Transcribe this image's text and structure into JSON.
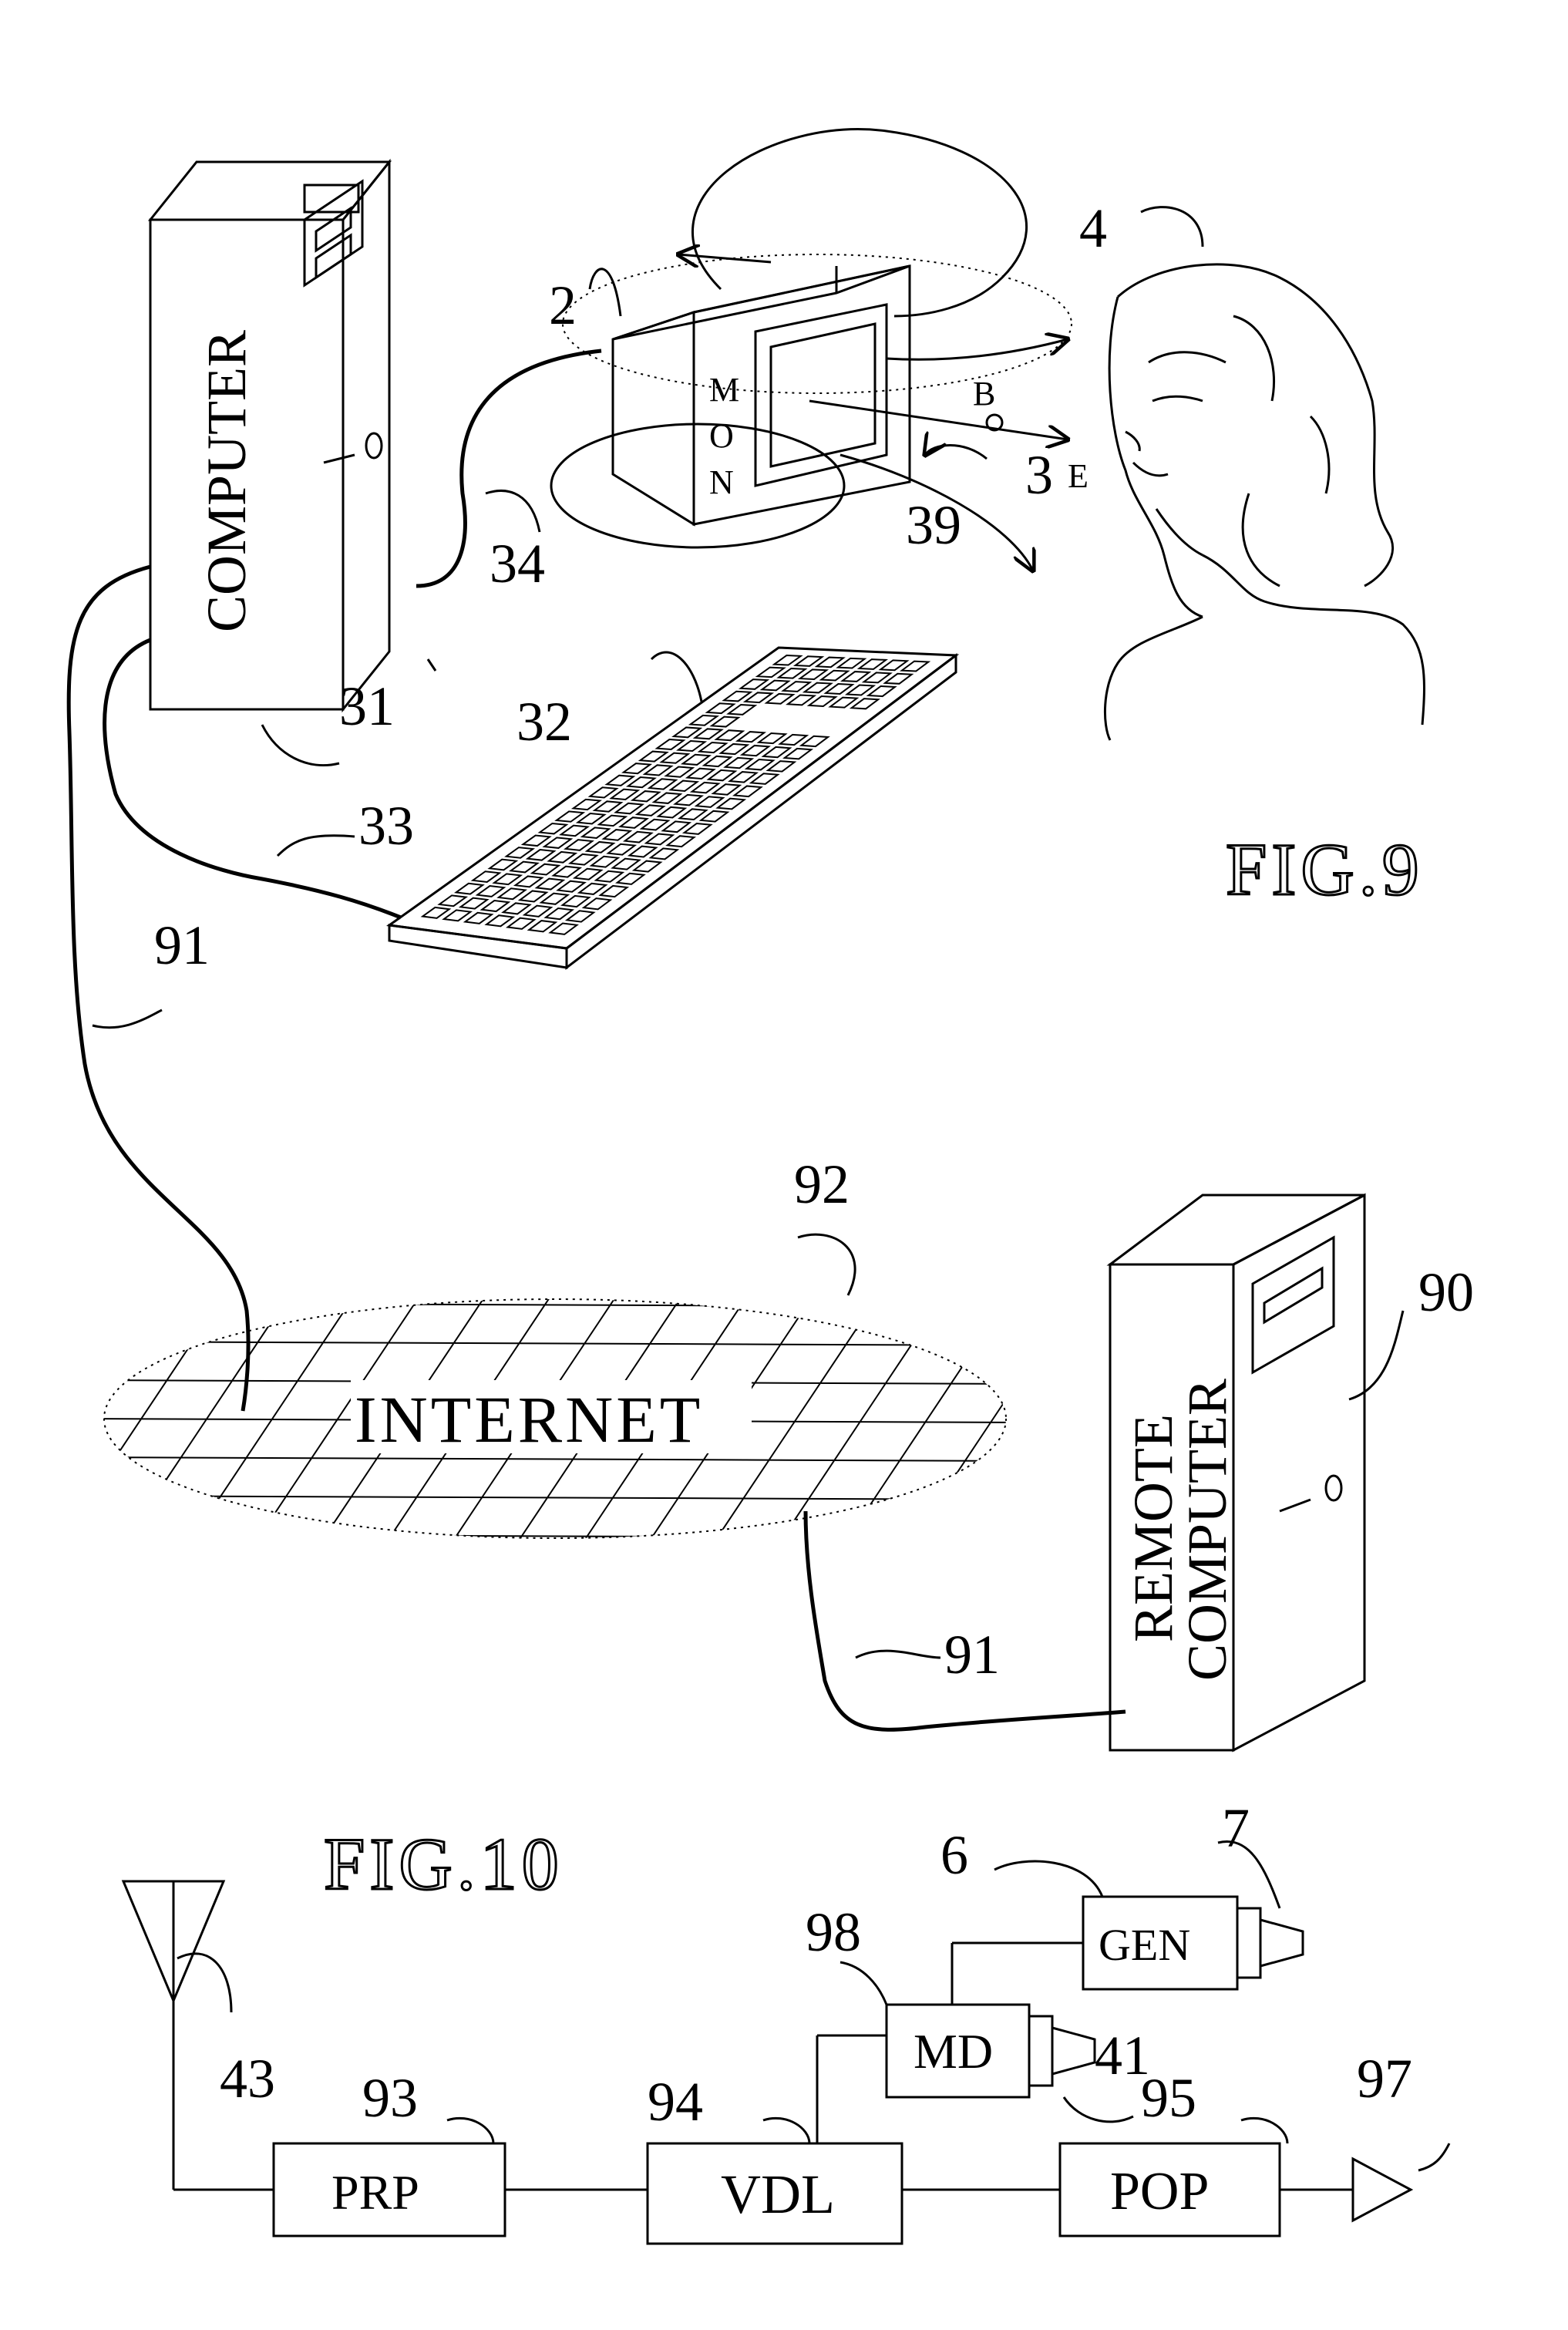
{
  "figures": {
    "fig9": "FIG.9",
    "fig10": "FIG.10"
  },
  "labels": {
    "computer": "COMPUTER",
    "monitor_m": "M",
    "monitor_o": "O",
    "monitor_n": "N",
    "internet": "INTERNET",
    "remote_line1": "REMOTE",
    "remote_line2": "COMPUTER",
    "point_b": "B",
    "point_e": "E"
  },
  "blocks": {
    "prp": "PRP",
    "vdl": "VDL",
    "pop": "POP",
    "md": "MD",
    "gen": "GEN"
  },
  "refs": {
    "r2": "2",
    "r3": "3",
    "r4": "4",
    "r6": "6",
    "r7": "7",
    "r31": "31",
    "r32": "32",
    "r33": "33",
    "r34": "34",
    "r39": "39",
    "r41": "41",
    "r43": "43",
    "r90": "90",
    "r91a": "91",
    "r91b": "91",
    "r92": "92",
    "r93": "93",
    "r94": "94",
    "r95": "95",
    "r97": "97",
    "r98": "98"
  }
}
